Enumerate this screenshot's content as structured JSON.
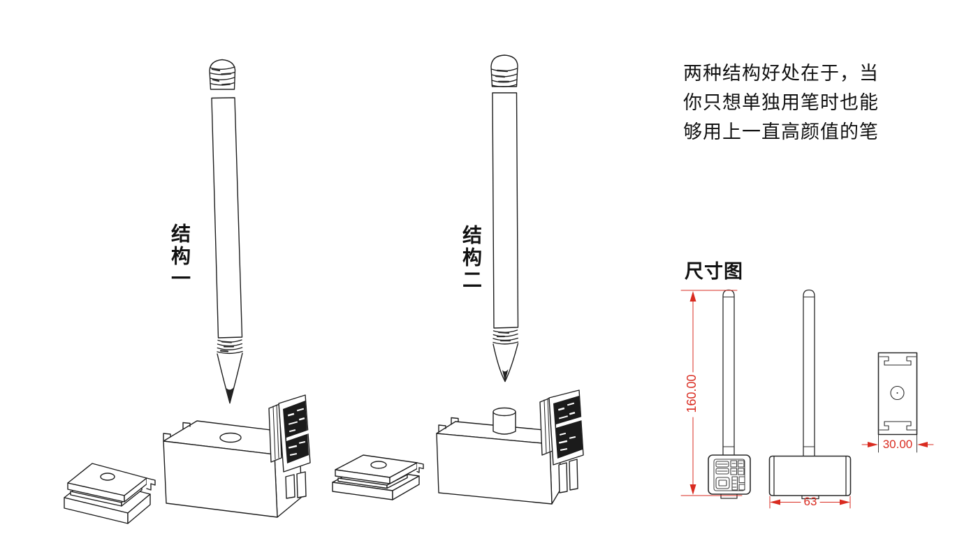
{
  "labels": {
    "structure_one": "结构一",
    "structure_two": "结构二",
    "dimension_title": "尺寸图"
  },
  "annotations": {
    "description_line1": "两种结构好处在于，当",
    "description_line2": "你只想单独用笔时也能",
    "description_line3": "够用上一直高颜值的笔"
  },
  "dimensions": {
    "height_mm": "160.00",
    "width_mm": "63",
    "depth_mm": "30.00"
  },
  "colors": {
    "line": "#1d1d1d",
    "dimension_red": "#d92b20",
    "background": "#ffffff"
  }
}
